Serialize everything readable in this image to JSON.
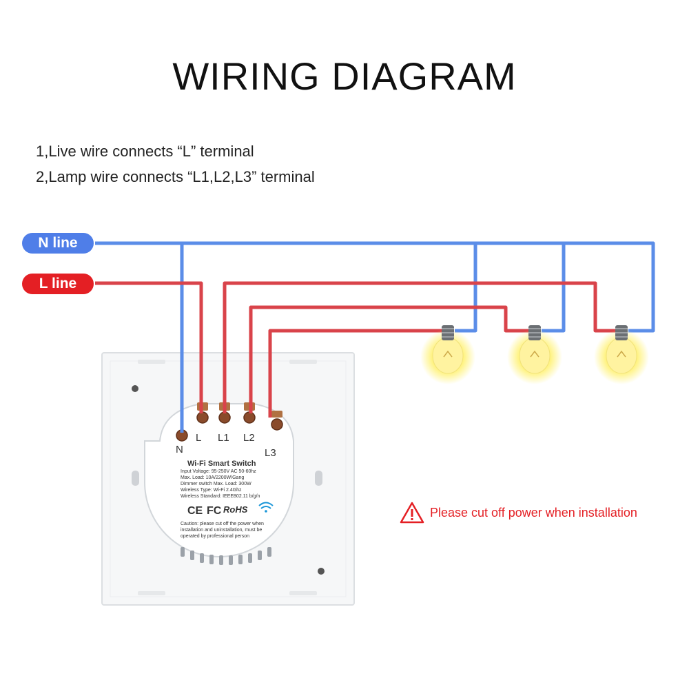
{
  "title": "WIRING DIAGRAM",
  "notes": [
    "1,Live wire connects “L” terminal",
    "2,Lamp wire connects “L1,L2,L3” terminal"
  ],
  "lines": {
    "n_line": "N line",
    "l_line": "L line"
  },
  "terminals": [
    "N",
    "L",
    "L1",
    "L2",
    "L3"
  ],
  "device": {
    "name": "Wi-Fi Smart Switch",
    "specs": [
      "Input Voltage: 95-250V AC 50-60hz",
      "Max. Load: 10A/2200W/Gang",
      "Dimmer switch Max. Load: 300W",
      "Wireless Type: Wi-Fi 2.4Ghz",
      "Wireless Standard: IEEE802.11 b/g/n"
    ],
    "certifications": {
      "ce": "CE",
      "fc": "FC",
      "rohs": "RoHS"
    },
    "caution": [
      "Caution: please cut off the power when",
      "installation and uninstallation, must be",
      "operated by professional person"
    ]
  },
  "warning": "Please cut off power when installation",
  "colors": {
    "n_wire": "#5b8de8",
    "l_wire": "#d9434a",
    "bulb_glow": "#fff06a"
  }
}
